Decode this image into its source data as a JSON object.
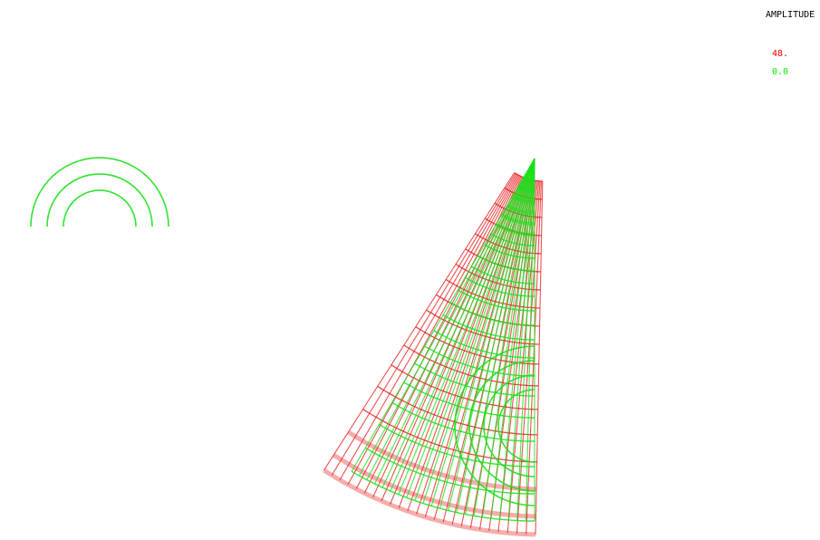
{
  "legend": {
    "title": "AMPLITUDE",
    "max_label": "48.",
    "min_label": "0.0",
    "max_color": "#ff0000",
    "min_color": "#00ee00"
  },
  "colors": {
    "deformed": "#e81515",
    "undeformed": "#19e019",
    "background": "#ffffff"
  }
}
